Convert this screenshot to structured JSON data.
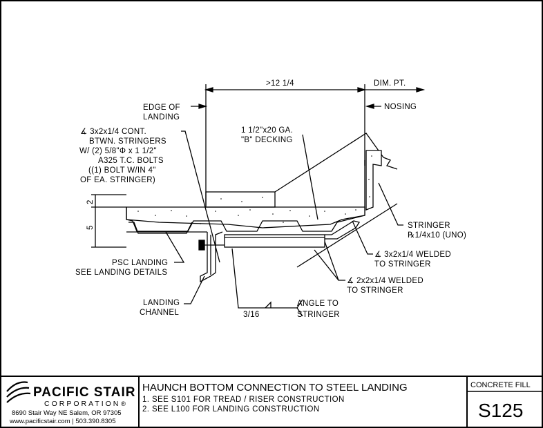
{
  "drawing": {
    "dimension_top": ">12 1/4",
    "dim_pt": "DIM. PT.",
    "nosing": "NOSING",
    "edge_of_landing": [
      "EDGE OF",
      "LANDING"
    ],
    "angle_cont": [
      "∡ 3x2x1/4 CONT.",
      "BTWN. STRINGERS",
      "W/ (2) 5/8\"Φ x 1 1/2\"",
      "A325 T.C. BOLTS",
      "((1) BOLT W/IN 4\"",
      "OF EA. STRINGER)"
    ],
    "decking": [
      "1 1/2\"x20 GA.",
      "\"B\" DECKING"
    ],
    "dim_2": "2",
    "dim_5": "5",
    "stringer": [
      "STRINGER",
      "℞1/4x10 (UNO)"
    ],
    "angle_welded_3x2": [
      "∡ 3x2x1/4 WELDED",
      "TO STRINGER"
    ],
    "angle_welded_2x2": [
      "∡ 2x2x1/4 WELDED",
      "TO STRINGER"
    ],
    "psc_landing": [
      "PSC LANDING",
      "SEE LANDING DETAILS"
    ],
    "landing_channel": [
      "LANDING",
      "CHANNEL"
    ],
    "weld_size": "3/16",
    "angle_to_stringer": [
      "ANGLE TO",
      "STRINGER"
    ]
  },
  "title_block": {
    "company": "PACIFIC STAIR",
    "corporation": "CORPORATION",
    "registered": "®",
    "address": "8690 Stair Way NE Salem, OR 97305",
    "web_phone": "www.pacificstair.com  |  503.390.8305",
    "title": "HAUNCH BOTTOM CONNECTION TO STEEL LANDING",
    "note1": "1. SEE S101 FOR TREAD / RISER CONSTRUCTION",
    "note2": "2. SEE L100 FOR LANDING CONSTRUCTION",
    "category": "CONCRETE FILL",
    "sheet_number": "S125"
  }
}
